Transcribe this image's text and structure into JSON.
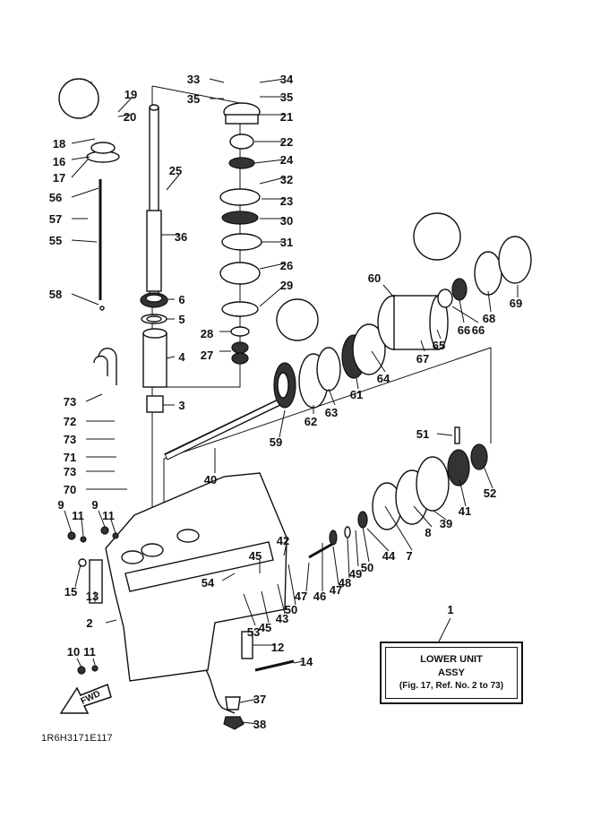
{
  "drawing_code": "1R6H3171E117",
  "legend": {
    "title_line1": "LOWER UNIT",
    "title_line2": "ASSY",
    "reference": "(Fig. 17, Ref. No. 2 to 73)"
  },
  "fwd_label": "FWD",
  "part_numbers": [
    "1",
    "2",
    "3",
    "4",
    "5",
    "6",
    "9",
    "9",
    "10",
    "11",
    "11",
    "11",
    "12",
    "13",
    "14",
    "15",
    "16",
    "17",
    "18",
    "19",
    "20",
    "21",
    "22",
    "23",
    "24",
    "25",
    "26",
    "27",
    "28",
    "29",
    "30",
    "31",
    "32",
    "33",
    "34",
    "35",
    "35",
    "36",
    "37",
    "38",
    "39",
    "40",
    "41",
    "42",
    "43",
    "44",
    "45",
    "45",
    "46",
    "47",
    "47",
    "48",
    "49",
    "50",
    "50",
    "51",
    "52",
    "53",
    "54",
    "55",
    "56",
    "57",
    "58",
    "59",
    "60",
    "61",
    "62",
    "63",
    "64",
    "65",
    "66",
    "66",
    "67",
    "68",
    "69",
    "70",
    "71",
    "72",
    "73",
    "73",
    "73",
    "7",
    "8"
  ]
}
